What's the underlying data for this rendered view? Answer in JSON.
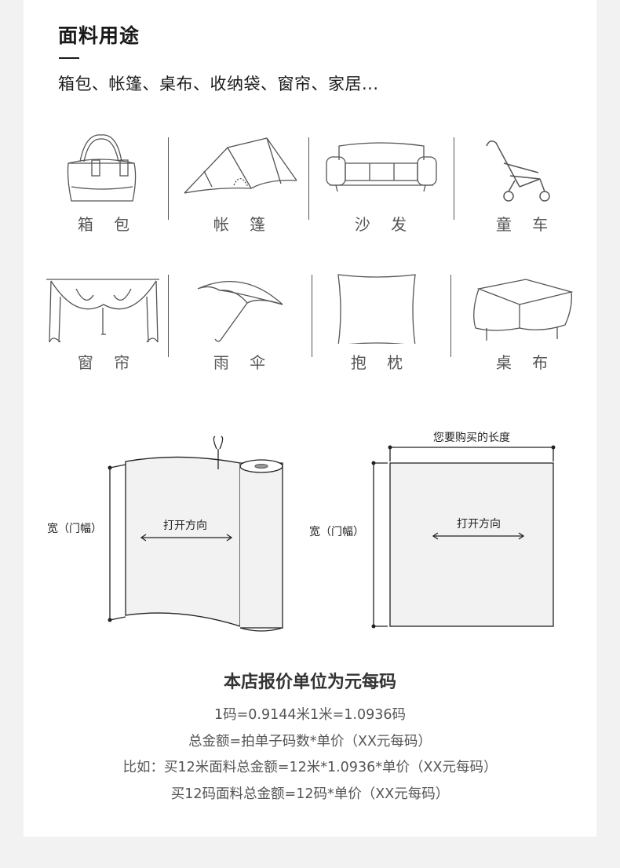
{
  "header": {
    "title": "面料用途",
    "subtitle": "箱包、帐篷、桌布、收纳袋、窗帘、家居..."
  },
  "uses": [
    {
      "label": "箱 包",
      "icon": "handbag-icon"
    },
    {
      "label": "帐 篷",
      "icon": "tent-icon"
    },
    {
      "label": "沙 发",
      "icon": "sofa-icon"
    },
    {
      "label": "童 车",
      "icon": "stroller-icon"
    },
    {
      "label": "窗 帘",
      "icon": "curtain-icon"
    },
    {
      "label": "雨 伞",
      "icon": "umbrella-icon"
    },
    {
      "label": "抱 枕",
      "icon": "pillow-icon"
    },
    {
      "label": "桌 布",
      "icon": "tablecloth-icon"
    }
  ],
  "diagram": {
    "roll": {
      "width_label": "宽（门幅）",
      "direction_label": "打开方向"
    },
    "sheet": {
      "length_label": "您要购买的长度",
      "width_label": "宽（门幅）",
      "direction_label": "打开方向"
    }
  },
  "pricing": {
    "title": "本店报价单位为元每码",
    "lines": [
      "1码=0.9144米1米=1.0936码",
      "总金额=拍单子码数*单价（XX元每码）",
      "比如：买12米面料总金额=12米*1.0936*单价（XX元每码）",
      "买12码面料总金额=12码*单价（XX元每码）"
    ]
  }
}
